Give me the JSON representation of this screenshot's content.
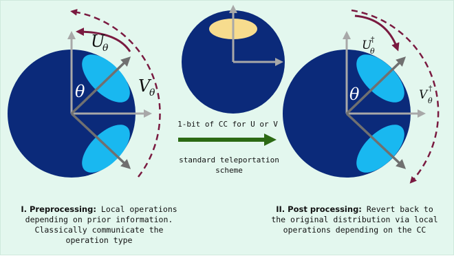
{
  "left": {
    "u_label": "U",
    "v_label": "V",
    "theta": "θ",
    "subscript": "θ"
  },
  "right": {
    "u_label": "U",
    "v_label": "V",
    "theta": "θ",
    "subscript": "θ",
    "dagger": "†"
  },
  "middle": {
    "arrow_label": "1-bit of CC for U or V",
    "scheme_label": "standard teleportation scheme"
  },
  "captions": {
    "preprocessing_title": "I. Preprocessing:",
    "preprocessing_text": "Local operations depending on prior information. Classically communicate the operation type",
    "postprocessing_title": "II. Post processing:",
    "postprocessing_text": "Revert back to the original distribution via local operations depending on the CC"
  },
  "colors": {
    "background": "#e3f7ee",
    "sphere": "#0b2a7a",
    "lobe": "#19b8f0",
    "cap": "#f7dc8e",
    "axis": "#a8a8a8",
    "rotated_axis": "#707070",
    "arc": "#7a1a40",
    "cc_arrow": "#2c6a14"
  }
}
